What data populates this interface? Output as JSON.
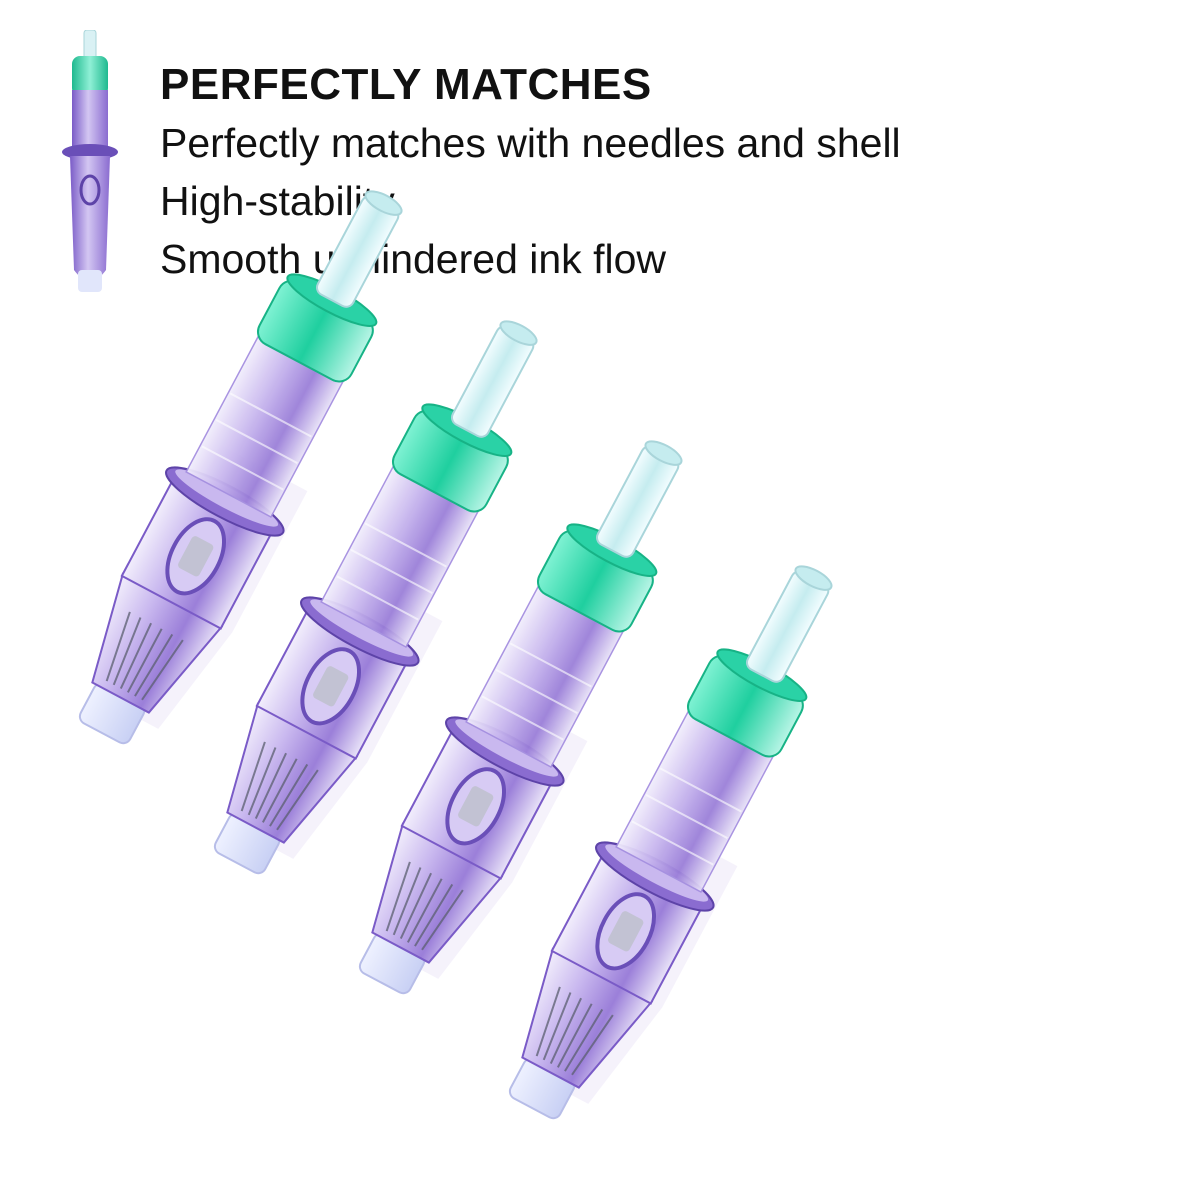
{
  "header": {
    "title": "PERFECTLY MATCHES",
    "features": [
      "Perfectly matches with needles and shell",
      "High-stability",
      "Smooth unhindered ink flow"
    ]
  },
  "product": {
    "name": "tattoo-needle-cartridge",
    "count": 4,
    "colors": {
      "body": "#b9a6e6",
      "body_dark": "#6a4fb8",
      "cap": "#2ad2a6",
      "tip": "#dfe6ff",
      "rod": "#cfeff0"
    }
  }
}
